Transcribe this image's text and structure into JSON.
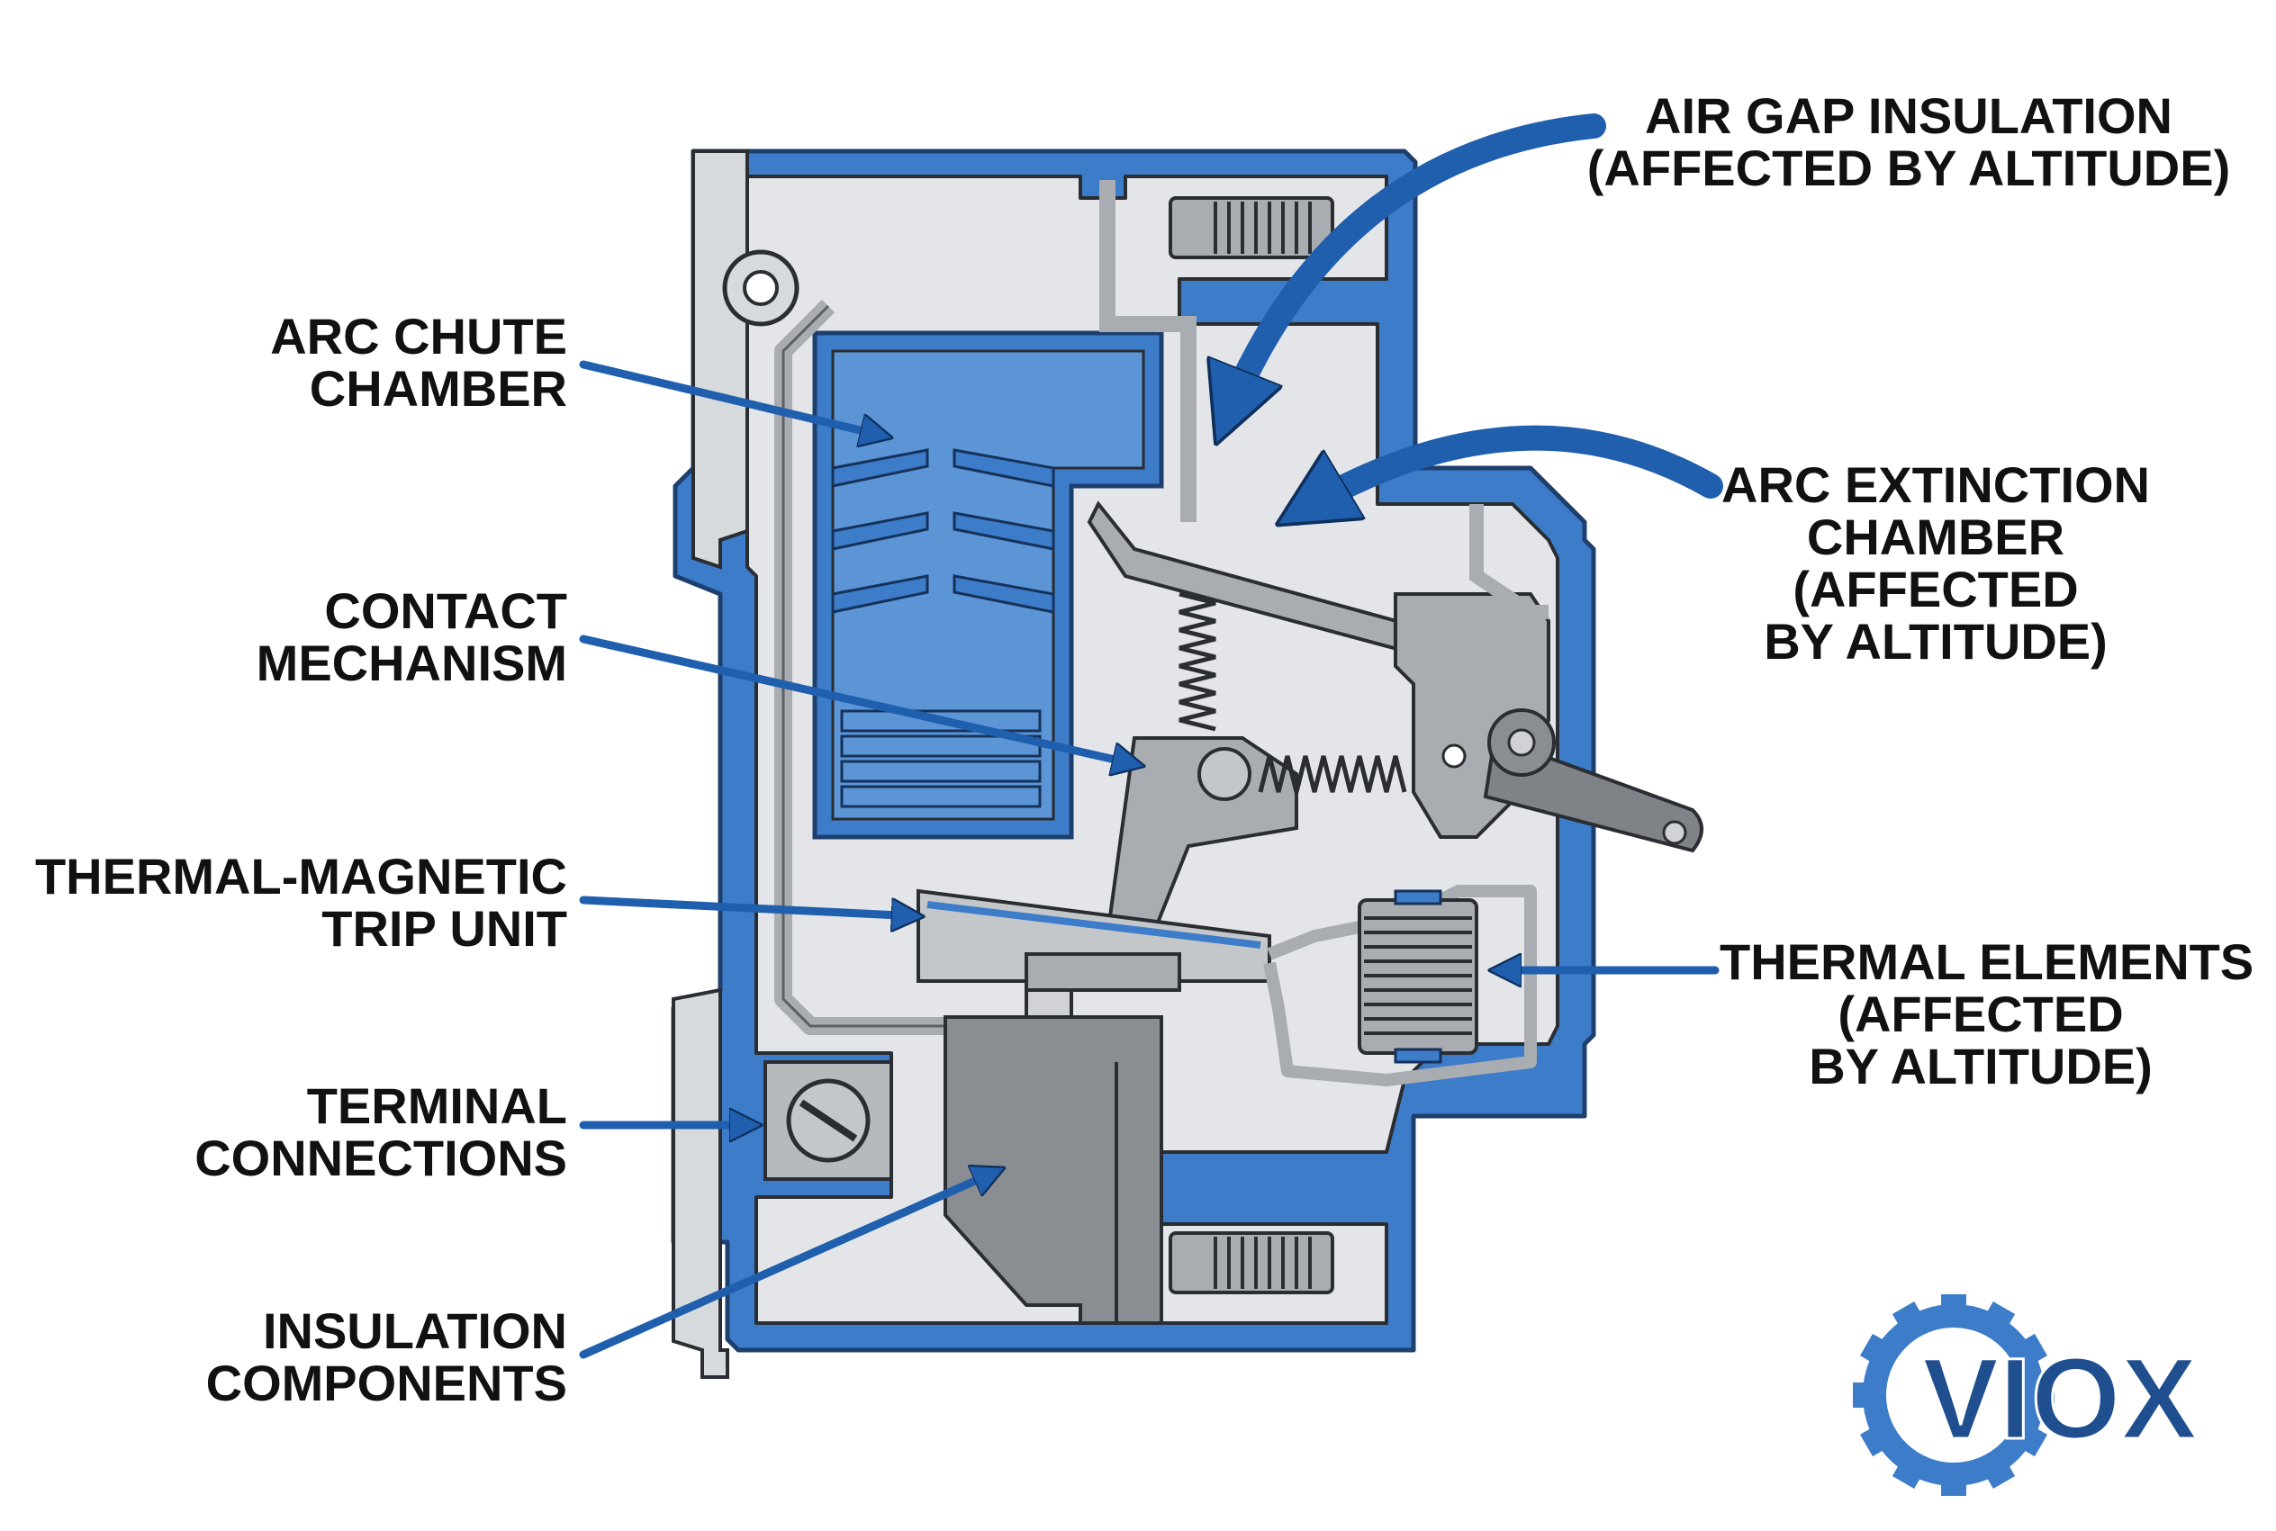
{
  "labels": {
    "air_gap": [
      "AIR GAP INSULATION",
      "(AFFECTED BY ALTITUDE)"
    ],
    "arc_chute": [
      "ARC CHUTE",
      "CHAMBER"
    ],
    "arc_extinction": [
      "ARC EXTINCTION",
      "CHAMBER",
      "(AFFECTED",
      "BY ALTITUDE)"
    ],
    "contact": [
      "CONTACT",
      "MECHANISM"
    ],
    "trip_unit": [
      "THERMAL-MAGNETIC",
      "TRIP UNIT"
    ],
    "thermal": [
      "THERMAL ELEMENTS",
      "(AFFECTED",
      "BY ALTITUDE)"
    ],
    "terminal": [
      "TERMINAL",
      "CONNECTIONS"
    ],
    "insulation": [
      "INSULATION",
      "COMPONENTS"
    ]
  },
  "logo": {
    "text": "VIOX"
  },
  "colors": {
    "housing_blue": "#3d7cc9",
    "chamber_blue": "#5b95d6",
    "arrow_blue": "#1f5fae",
    "metal_gray": "#a9acb0",
    "dark_gray": "#8a8d91",
    "body_fill": "#e3e5e8",
    "outline": "#2a2d31"
  },
  "icons": [
    "gear-logo-icon",
    "screw-icon",
    "spring-icon"
  ]
}
